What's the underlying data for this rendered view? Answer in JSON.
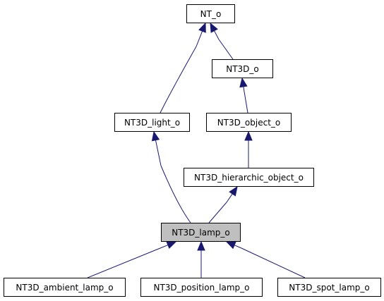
{
  "diagram": {
    "type": "class-inheritance-graph",
    "colors": {
      "edge": "#191970",
      "node_border": "#000000",
      "node_fill": "#ffffff",
      "highlight_fill": "#bfbfbf"
    },
    "nodes": [
      {
        "id": "nt_o",
        "label": "NT_o"
      },
      {
        "id": "nt3d_o",
        "label": "NT3D_o"
      },
      {
        "id": "nt3d_light_o",
        "label": "NT3D_light_o"
      },
      {
        "id": "nt3d_object_o",
        "label": "NT3D_object_o"
      },
      {
        "id": "nt3d_hierarchic_object_o",
        "label": "NT3D_hierarchic_object_o"
      },
      {
        "id": "nt3d_lamp_o",
        "label": "NT3D_lamp_o",
        "highlighted": true
      },
      {
        "id": "nt3d_ambient_lamp_o",
        "label": "NT3D_ambient_lamp_o"
      },
      {
        "id": "nt3d_position_lamp_o",
        "label": "NT3D_position_lamp_o"
      },
      {
        "id": "nt3d_spot_lamp_o",
        "label": "NT3D_spot_lamp_o"
      }
    ],
    "edges": [
      {
        "from": "nt3d_light_o",
        "to": "nt_o"
      },
      {
        "from": "nt3d_o",
        "to": "nt_o"
      },
      {
        "from": "nt3d_object_o",
        "to": "nt3d_o"
      },
      {
        "from": "nt3d_hierarchic_object_o",
        "to": "nt3d_object_o"
      },
      {
        "from": "nt3d_lamp_o",
        "to": "nt3d_light_o"
      },
      {
        "from": "nt3d_lamp_o",
        "to": "nt3d_hierarchic_object_o"
      },
      {
        "from": "nt3d_ambient_lamp_o",
        "to": "nt3d_lamp_o"
      },
      {
        "from": "nt3d_position_lamp_o",
        "to": "nt3d_lamp_o"
      },
      {
        "from": "nt3d_spot_lamp_o",
        "to": "nt3d_lamp_o"
      }
    ]
  }
}
